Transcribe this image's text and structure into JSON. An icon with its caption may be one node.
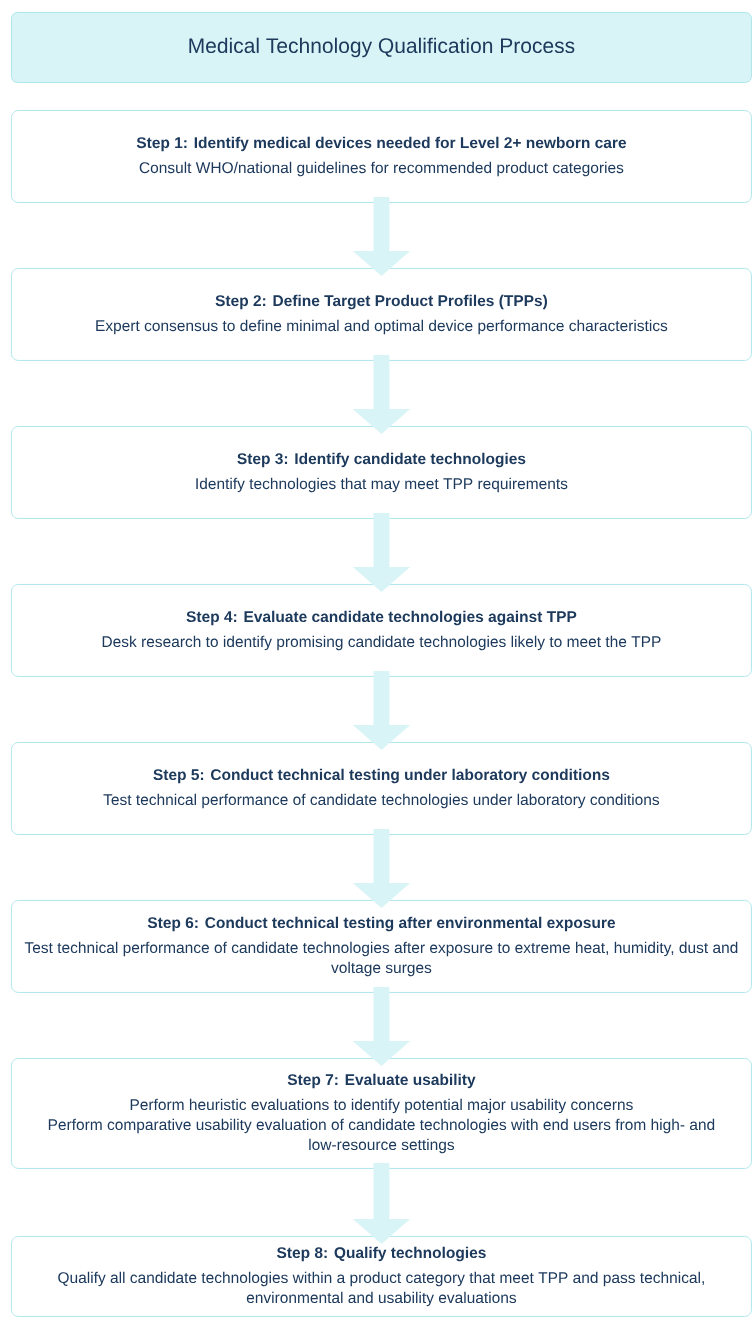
{
  "diagram": {
    "nodes": [
      {
        "text": [
          "Medical Technology Qualification Process"
        ]
      },
      {
        "text": [
          "Step 1: Identify medical devices needed for Level 2+ newborn care",
          "Consult WHO/national guidelines for recommended product categories"
        ]
      },
      {
        "text": [
          "Step 2: Define Target Product Profiles (TPPs)",
          "Expert consensus to define minimal and optimal device performance characteristics"
        ]
      },
      {
        "text": [
          "Step 3: Identify candidate technologies",
          "Identify technologies that may meet TPP requirements"
        ]
      },
      {
        "text": [
          "Step 4: Evaluate candidate technologies against TPP",
          "Desk research to identify promising candidate technologies likely to meet the TPP"
        ]
      },
      {
        "text": [
          "Step 5: Conduct technical testing under laboratory conditions",
          "Test technical performance of candidate technologies under laboratory conditions"
        ]
      },
      {
        "text": [
          "Step 6: Conduct technical testing after environmental exposure",
          "Test technical performance of candidate technologies after exposure to extreme heat, humidity, dust and voltage surges"
        ]
      },
      {
        "text": [
          "Step 7: Evaluate usability",
          "Perform heuristic evaluations to identify potential major usability concerns",
          "Perform comparative usability evaluation of candidate technologies with end users from high- and low-resource settings"
        ]
      },
      {
        "text": [
          "Step 8: Qualify technologies",
          "Qualify all candidate technologies within a product category that meet TPP and pass technical, environmental and usability evaluations"
        ]
      }
    ],
    "edges": [
      {
        "from": 1,
        "to": 2,
        "arrow": "to"
      },
      {
        "from": 2,
        "to": 3,
        "arrow": "to"
      },
      {
        "from": 3,
        "to": 4,
        "arrow": "to"
      },
      {
        "from": 4,
        "to": 5,
        "arrow": "to"
      },
      {
        "from": 5,
        "to": 6,
        "arrow": "to"
      },
      {
        "from": 6,
        "to": 7,
        "arrow": "to"
      },
      {
        "from": 7,
        "to": 8,
        "arrow": "to"
      }
    ]
  }
}
